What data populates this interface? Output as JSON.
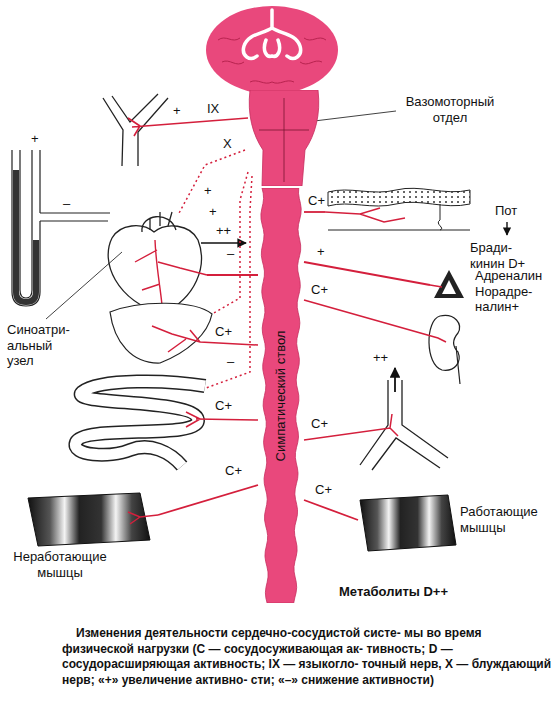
{
  "diagram": {
    "caption": "Изменения деятельности сердечно-сосудистой систе- мы во время физической нагрузки (С — сосудосуживающая ак- тивность; D — сосудорасширяющая активность; IX — языкогло- точный нерв, X — блуждающий нерв; «+» увеличение активно- сти; «–» снижение активности)",
    "nodes": [
      {
        "text": [
          "Вазомоторный отдел"
        ]
      },
      {
        "text": [
          "Симпатический ствол"
        ]
      },
      {
        "text": [
          "Синоатри- альный узел"
        ]
      },
      {
        "text": [
          "Пот",
          "Бради- кинин D+"
        ]
      },
      {
        "text": [
          "Адреналин Норадре- налин+"
        ]
      },
      {
        "text": [
          "Работающие мышцы"
        ]
      },
      {
        "text": [
          "Неработающие мышцы"
        ]
      }
    ],
    "edges": [
      {
        "from": 1,
        "to": 2,
        "arrow": "none"
      },
      {
        "from": 0,
        "to": 2,
        "label": "X",
        "arrow": "none"
      },
      {
        "from": 1,
        "to": 3,
        "label": "С+",
        "arrow": "none"
      },
      {
        "from": 1,
        "to": 4,
        "label": "+",
        "arrow": "none"
      },
      {
        "from": 1,
        "to": 5,
        "label": "С+",
        "arrow": "none"
      },
      {
        "from": 1,
        "to": 6,
        "label": "С+",
        "arrow": "none"
      }
    ],
    "labels": [
      "+",
      "IX",
      "+",
      "–",
      "+",
      "+",
      "++",
      "–",
      "С+",
      "–",
      "С+",
      "С+",
      "++",
      "С+",
      "Метаболиты D++"
    ]
  }
}
